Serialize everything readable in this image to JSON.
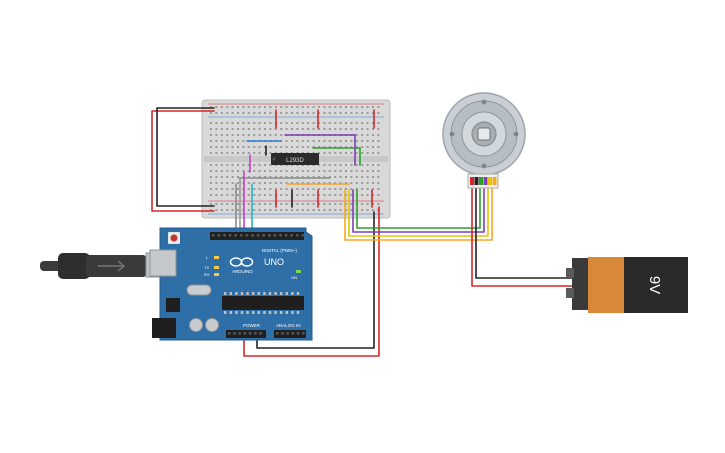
{
  "components": {
    "breadboard": {
      "name": "breadboard"
    },
    "driver_ic": {
      "label": "L293D"
    },
    "arduino": {
      "brand": "ARDUINO",
      "model": "UNO",
      "digital_header": "DIGITAL (PWM~)",
      "power_header": "POWER",
      "analog_header": "ANALOG IN",
      "tx_label": "TX",
      "rx_label": "RX",
      "l_label": "L",
      "on_label": "ON"
    },
    "battery": {
      "label": "9V"
    },
    "motor": {
      "name": "dc-gear-motor-with-encoder"
    }
  },
  "colors": {
    "breadboard": "#d9d9d9",
    "arduino_board": "#2f6fa8",
    "battery_body": "#d9883a",
    "battery_cap": "#3a3a3a",
    "wire_red": "#d62728",
    "wire_black": "#222222",
    "wire_orange": "#f5a623",
    "wire_yellow": "#e8c500",
    "wire_purple": "#7b3fb3",
    "wire_green": "#2ca02c",
    "wire_blue": "#2a7fd4",
    "wire_magenta": "#c83ec8",
    "wire_gray": "#8a8a8a",
    "wire_cyan": "#1fb5c9"
  },
  "icons": [
    "usb-cable-icon",
    "motor-icon",
    "battery-icon"
  ]
}
